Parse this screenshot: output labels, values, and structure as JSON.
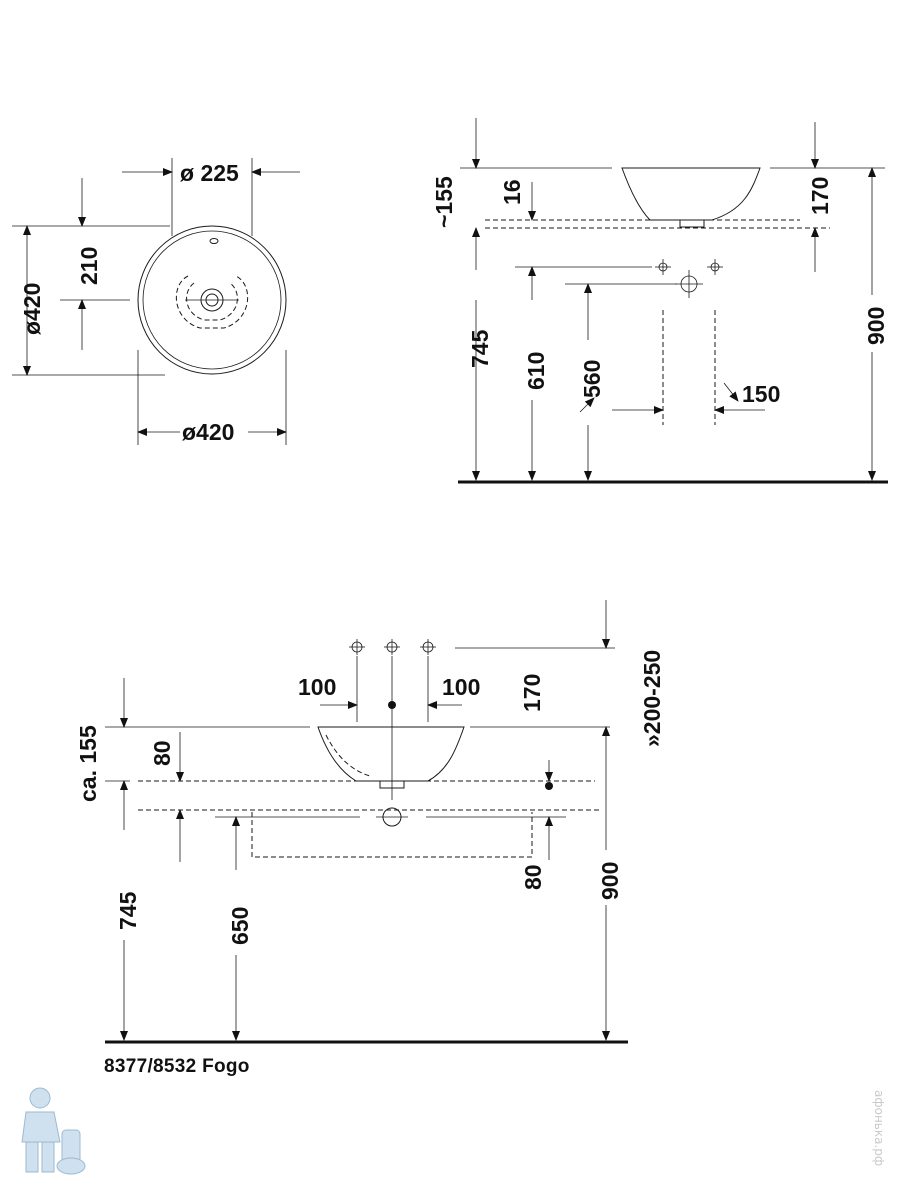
{
  "drawing": {
    "top_view": {
      "dim_basin_diameter_width": "ø420",
      "dim_basin_diameter_height": "ø420",
      "dim_tap_spacing": "ø 225",
      "dim_drain_offset": "210"
    },
    "side_view": {
      "dim_basin_height": "170",
      "dim_overall_height": "900",
      "dim_above_counter": "~155",
      "dim_counter_thickness": "16",
      "dim_counter_height": "745",
      "dim_supply_height": "610",
      "dim_waste_height": "560",
      "dim_waste_offset": "150"
    },
    "front_view": {
      "dim_tap_left": "100",
      "dim_tap_right": "100",
      "dim_basin_height": "170",
      "dim_tap_range": "»200-250",
      "dim_above_counter": "ca. 155",
      "dim_counter_top": "80",
      "dim_counter_height": "745",
      "dim_waste_height": "650",
      "dim_cabinet_offset": "80",
      "dim_overall_height": "900"
    },
    "model_label": "8377/8532 Fogo",
    "watermark": "афонька.рф"
  }
}
